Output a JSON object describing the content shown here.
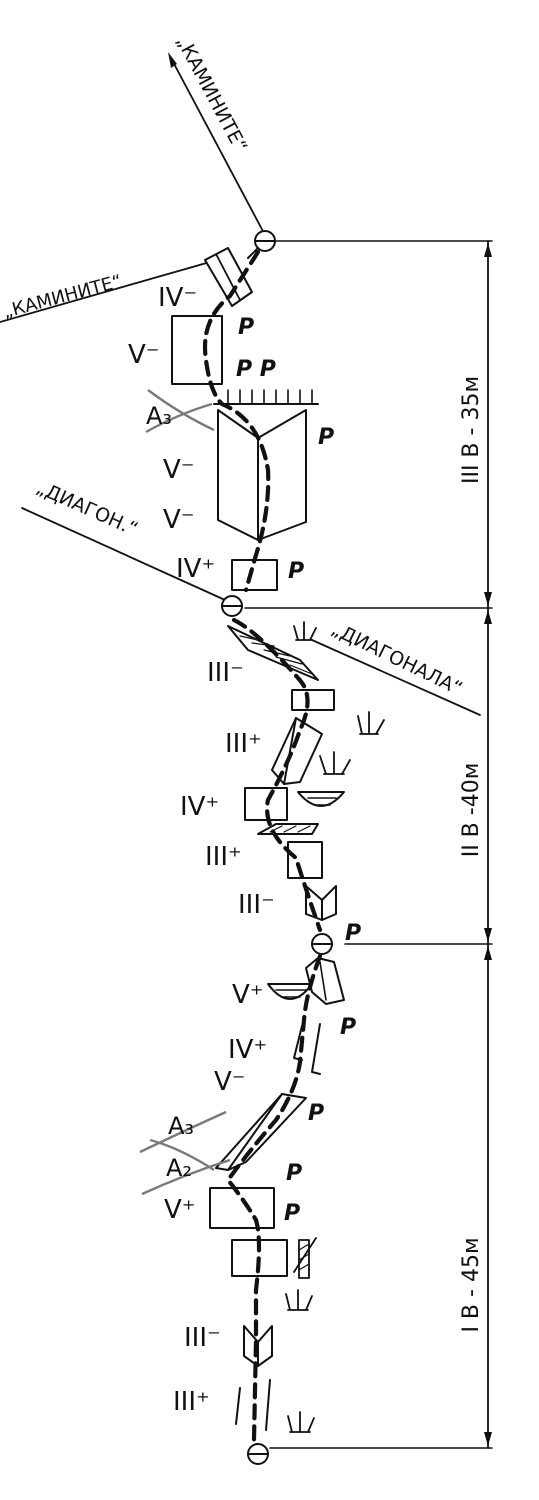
{
  "routes": {
    "kaminite_top": "„КАМИНИТЕ“",
    "kaminite_left": "„КАМИНИТЕ“",
    "diagon": "„ДИАГОН.“",
    "diagonala": "„ДИАГОНАЛА“"
  },
  "grades": {
    "g1": "IV⁻",
    "g2": "V⁻",
    "g3": "V⁻",
    "g4": "V⁻",
    "g5": "IV⁺",
    "g6": "III⁻",
    "g7": "III⁺",
    "g8": "IV⁺",
    "g9": "III⁺",
    "g10": "III⁻",
    "g11": "V⁺",
    "g12": "IV⁺",
    "g13": "V⁻",
    "g14": "V⁺",
    "g15": "III⁻",
    "g16": "III⁺"
  },
  "aid": {
    "a1": "A₃",
    "a2": "A₃",
    "a3": "A₂"
  },
  "piton": "P",
  "pitons_pair": "P P",
  "sections": {
    "s3": "III B - 35м",
    "s2": "II B -40м",
    "s1": "I B - 45м"
  }
}
